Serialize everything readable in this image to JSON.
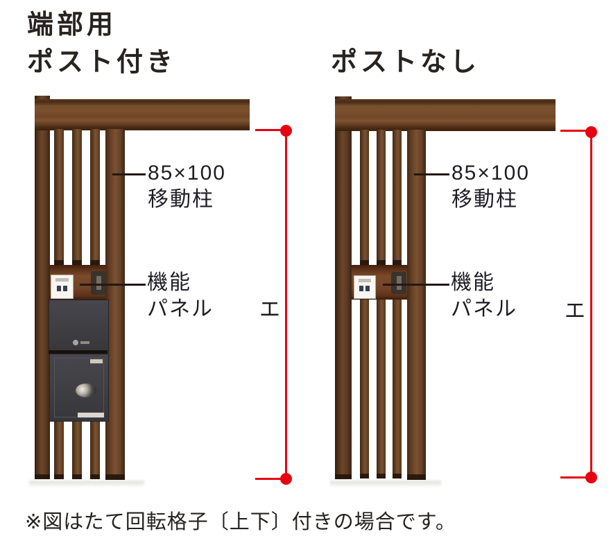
{
  "figure": {
    "titles": {
      "left_line1": "端部用",
      "left_line2": "ポスト付き",
      "right": "ポストなし"
    },
    "left": {
      "pillar_size": "85×100",
      "pillar_name": "移動柱",
      "panel_line1": "機能",
      "panel_line2": "パネル",
      "height_symbol": "エ"
    },
    "right": {
      "pillar_size": "85×100",
      "pillar_name": "移動柱",
      "panel_line1": "機能",
      "panel_line2": "パネル",
      "height_symbol": "エ"
    },
    "caption": "※図はたて回転格子〔上下〕付きの場合です。",
    "colors": {
      "dimension_red": "#e60012",
      "wood_brown": "#7a4e2c",
      "wood_dark": "#452a16",
      "equipment_gray": "#3e3e43",
      "text_dark": "#231815"
    }
  }
}
